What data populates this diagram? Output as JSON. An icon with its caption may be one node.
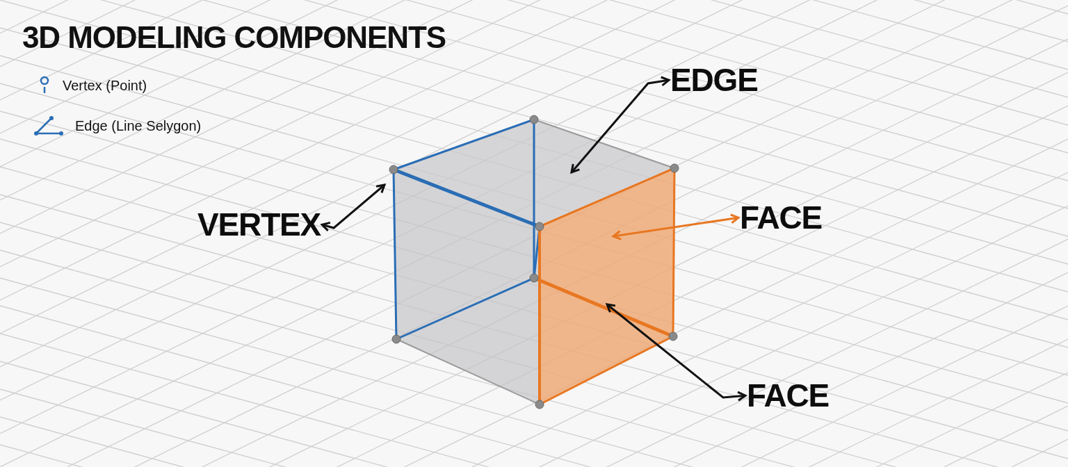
{
  "diagram": {
    "title": "3D MODELING COMPONENTS",
    "nodes": [
      {
        "text": [
          "VERTEX"
        ]
      },
      {
        "text": [
          "EDGE"
        ]
      },
      {
        "text": [
          "FACE"
        ]
      },
      {
        "text": [
          "FACE"
        ]
      }
    ],
    "edges": [
      {
        "from": 0,
        "to": null,
        "arrow": "both"
      },
      {
        "from": 1,
        "to": null,
        "arrow": "both"
      },
      {
        "from": 2,
        "to": null,
        "arrow": "both",
        "color": "#e87722"
      },
      {
        "from": 3,
        "to": null,
        "arrow": "both"
      }
    ],
    "legend": [
      {
        "text": "Vertex (Point)"
      },
      {
        "text": "Edge (Line Selygon)"
      }
    ]
  }
}
